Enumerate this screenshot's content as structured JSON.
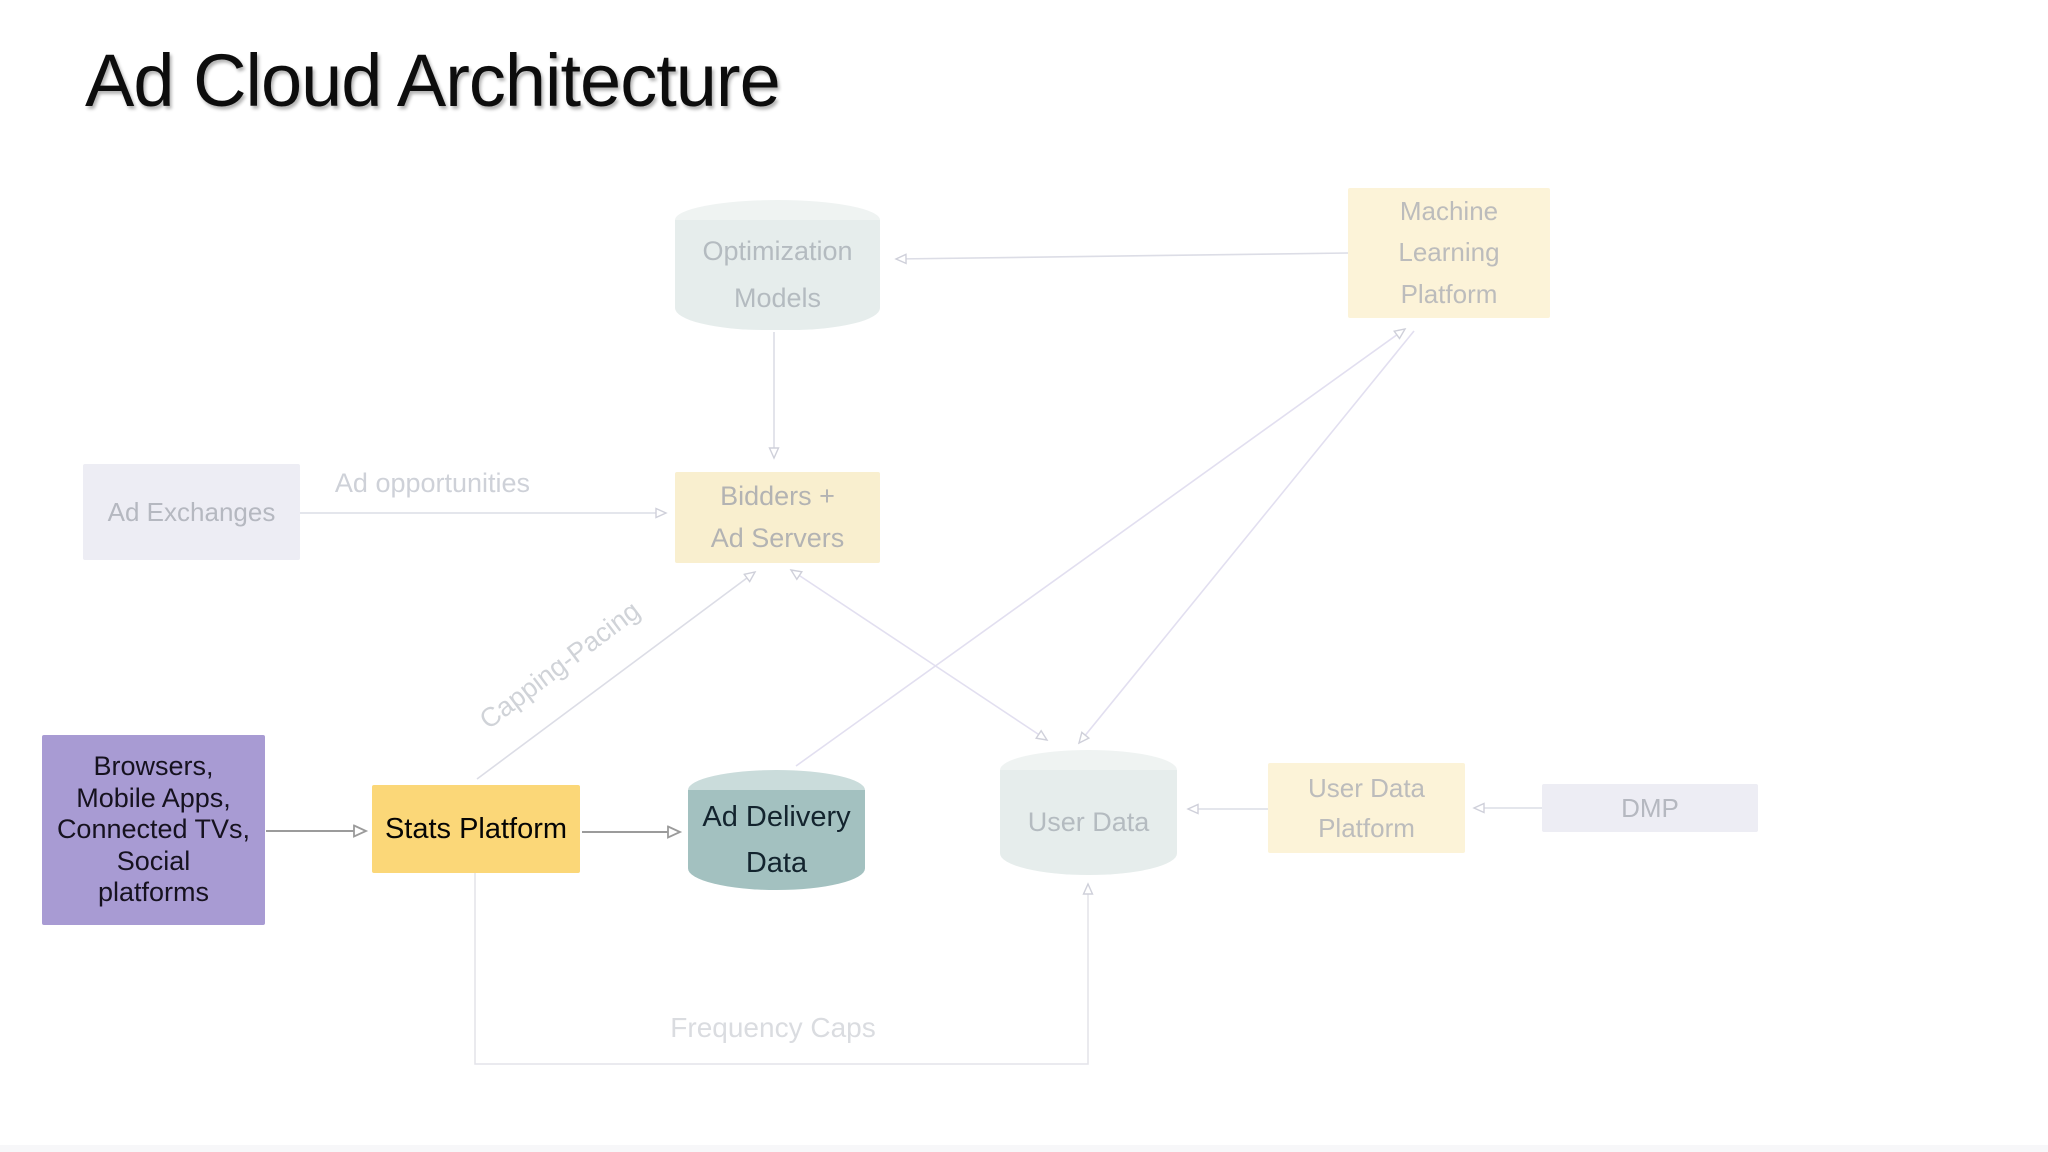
{
  "title": "Ad Cloud Architecture",
  "nodes": {
    "optimization_models": {
      "label": "Optimization\nModels",
      "type": "cylinder",
      "state": "faded"
    },
    "machine_learning_platform": {
      "label": "Machine\nLearning\nPlatform",
      "type": "box",
      "state": "faded"
    },
    "ad_exchanges": {
      "label": "Ad Exchanges",
      "type": "box",
      "state": "faded"
    },
    "bidders_ad_servers": {
      "label": "Bidders +\nAd Servers",
      "type": "box",
      "state": "faded"
    },
    "traffic_sources": {
      "label": "Browsers,\nMobile Apps,\nConnected TVs,\nSocial\nplatforms",
      "type": "box",
      "state": "highlighted"
    },
    "stats_platform": {
      "label": "Stats Platform",
      "type": "box",
      "state": "highlighted"
    },
    "ad_delivery_data": {
      "label": "Ad Delivery\nData",
      "type": "cylinder",
      "state": "highlighted"
    },
    "user_data": {
      "label": "User Data",
      "type": "cylinder",
      "state": "faded"
    },
    "user_data_platform": {
      "label": "User Data\nPlatform",
      "type": "box",
      "state": "faded"
    },
    "dmp": {
      "label": "DMP",
      "type": "box",
      "state": "faded"
    }
  },
  "edge_labels": {
    "ad_opportunities": "Ad opportunities",
    "capping_pacing": "Capping-Pacing",
    "frequency_caps": "Frequency Caps"
  },
  "colors": {
    "highlight_purple": "#a89bd3",
    "highlight_yellow": "#fbd778",
    "highlight_teal": "#a3c1c0",
    "faded_yellow": "#fcf3d8",
    "faded_lavender": "#ededf4",
    "faded_teal": "#e6edec",
    "connector_faded": "#dcdde6",
    "connector_active": "#9b9b9b"
  }
}
